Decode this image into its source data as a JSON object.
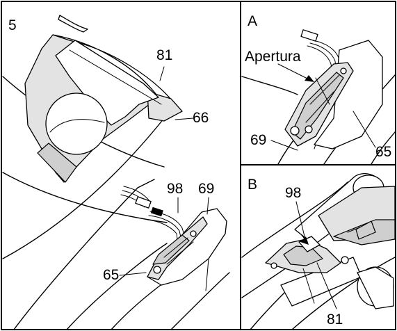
{
  "panels": {
    "main": {
      "step": "5"
    },
    "a": {
      "letter": "A",
      "label": "Apertura"
    },
    "b": {
      "letter": "B"
    }
  },
  "parts": {
    "main_81": "81",
    "main_66": "66",
    "main_98": "98",
    "main_69": "69",
    "main_65": "65",
    "a_69": "69",
    "a_65": "65",
    "b_98": "98",
    "b_81": "81"
  }
}
